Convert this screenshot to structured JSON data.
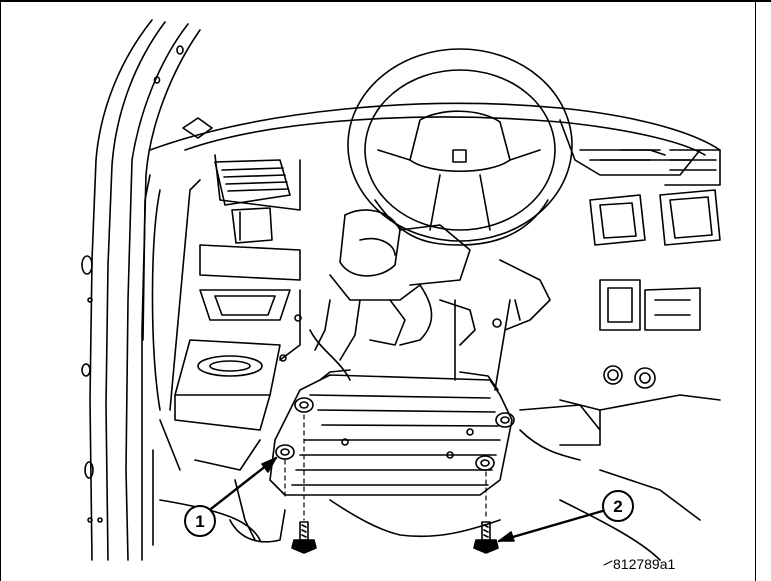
{
  "callouts": [
    {
      "label": "1"
    },
    {
      "label": "2"
    }
  ],
  "figure_id": "812789a1"
}
